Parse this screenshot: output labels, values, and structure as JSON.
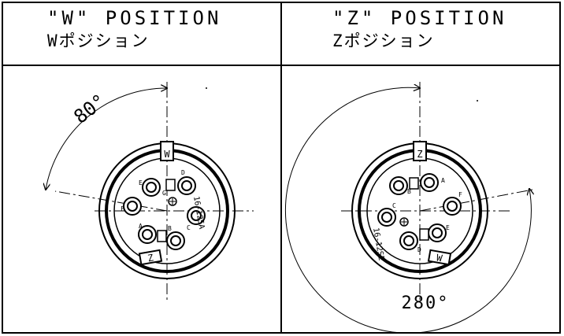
{
  "panels": [
    {
      "title": "\"W\" POSITION",
      "subtitle": "Wポジション",
      "angle_label": "80°",
      "top_key": "W",
      "bottom_key": "Z",
      "part_code": "16-12SA"
    },
    {
      "title": "\"Z\" POSITION",
      "subtitle": "Zポジション",
      "angle_label": "280°",
      "top_key": "Z",
      "bottom_key": "W",
      "part_code": "16-12SE"
    }
  ],
  "colors": {
    "line": "#000000",
    "background": "#ffffff"
  }
}
